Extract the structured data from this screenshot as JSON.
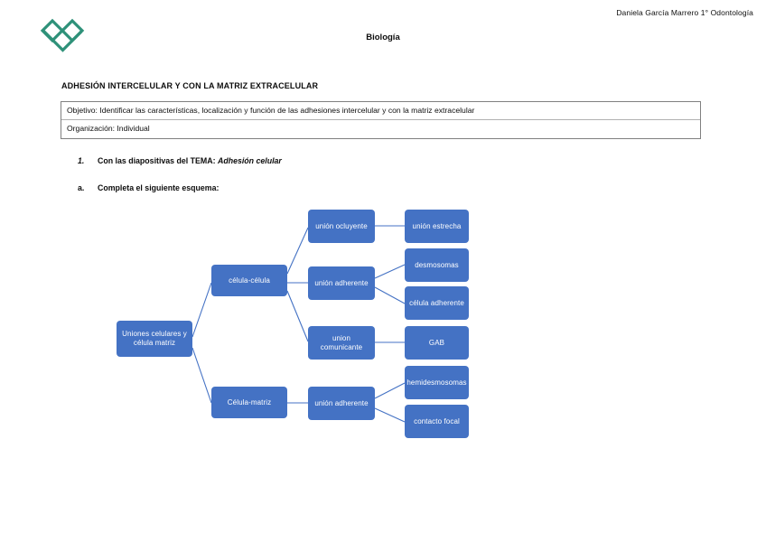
{
  "header": {
    "student": "Daniela García Marrero 1° Odontología",
    "logo_icon": "double-diamond-heart-logo",
    "logo_color": "#2e9179",
    "subject_title": "Biología"
  },
  "section": {
    "heading": "ADHESIÓN INTERCELULAR Y CON LA MATRIZ EXTRACELULAR"
  },
  "info_table": {
    "objective": "Objetivo: Identificar las características, localización y función de las adhesiones intercelular y con la matriz extracelular",
    "organization": "Organización: Individual"
  },
  "tasks": {
    "item1_marker": "1.",
    "item1_text": "Con las diapositivas del TEMA: ",
    "item1_emphasis": "Adhesión celular",
    "itema_marker": "a.",
    "itema_text": "Completa el siguiente esquema:"
  },
  "diagram": {
    "node_color": "#4472C4",
    "connector_color": "#4472C4",
    "nodes": {
      "root": "Uniones celulares y célula matriz",
      "cell_cell": "célula-célula",
      "cell_matrix": "Célula-matriz",
      "union_ocluyente": "unión ocluyente",
      "union_adherente_1": "unión adherente",
      "union_comunicante": "union comunicante",
      "union_adherente_2": "unión adherente",
      "union_estrecha": "unión estrecha",
      "desmosomas": "desmosomas",
      "celula_adherente": "célula adherente",
      "gab": "GAB",
      "hemidesmosomas": "hemidesmosomas",
      "contacto_focal": "contacto focal"
    }
  }
}
